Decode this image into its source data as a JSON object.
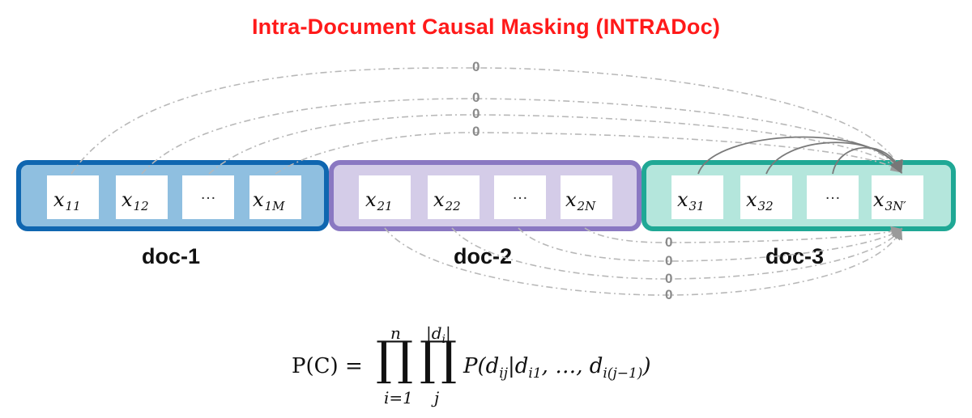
{
  "title": "Intra-Document Causal Masking (INTRADoc)",
  "docs": [
    {
      "name": "doc-1",
      "tokens": [
        {
          "base": "x",
          "sub": "11"
        },
        {
          "base": "x",
          "sub": "12"
        },
        {
          "ellipsis": "…"
        },
        {
          "base": "x",
          "sub": "1M"
        }
      ]
    },
    {
      "name": "doc-2",
      "tokens": [
        {
          "base": "x",
          "sub": "21"
        },
        {
          "base": "x",
          "sub": "22"
        },
        {
          "ellipsis": "…"
        },
        {
          "base": "x",
          "sub": "2N"
        }
      ]
    },
    {
      "name": "doc-3",
      "tokens": [
        {
          "base": "x",
          "sub": "31"
        },
        {
          "base": "x",
          "sub": "32"
        },
        {
          "ellipsis": "…"
        },
        {
          "base": "x",
          "sub": "3N′"
        }
      ]
    }
  ],
  "mask_values": [
    "0",
    "0",
    "0",
    "0",
    "0",
    "0",
    "0",
    "0"
  ],
  "formula": {
    "lhs": "P(C) =",
    "prod1_upper": "n",
    "prod1_lower": "i=1",
    "prod2_upper": "|d",
    "prod2_upper_sub": "i",
    "prod2_upper_end": "|",
    "prod2_lower": "j",
    "rhs": "P(d",
    "rhs_sub1": "ij",
    "rhs_mid": "|d",
    "rhs_sub2": "i1",
    "rhs_mid2": ", …, d",
    "rhs_sub3": "i(j−1)",
    "rhs_end": ")",
    "prod_symbol": "∏"
  },
  "colors": {
    "title": "#ff1a1a",
    "doc1_fill": "#8fbfe0",
    "doc1_border": "#0f66b0",
    "doc2_fill": "#d4cce8",
    "doc2_border": "#8a78c2",
    "doc3_fill": "#b4e6dc",
    "doc3_border": "#1fa895",
    "masked_arc": "#b5b5b5",
    "attend_arc": "#808080"
  }
}
